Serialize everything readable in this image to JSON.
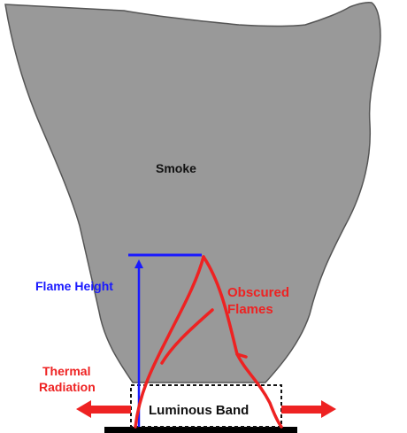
{
  "labels": {
    "smoke": "Smoke",
    "flame_height": "Flame Height",
    "obscured_flames_line1": "Obscured",
    "obscured_flames_line2": "Flames",
    "thermal_radiation_line1": "Thermal",
    "thermal_radiation_line2": "Radiation",
    "luminous_band": "Luminous Band"
  },
  "colors": {
    "smoke_fill": "#999999",
    "smoke_stroke": "#555555",
    "flame_height": "#1a1aff",
    "flames": "#ee2222",
    "radiation": "#ee2222",
    "text_dark": "#111111",
    "base": "#000000"
  }
}
